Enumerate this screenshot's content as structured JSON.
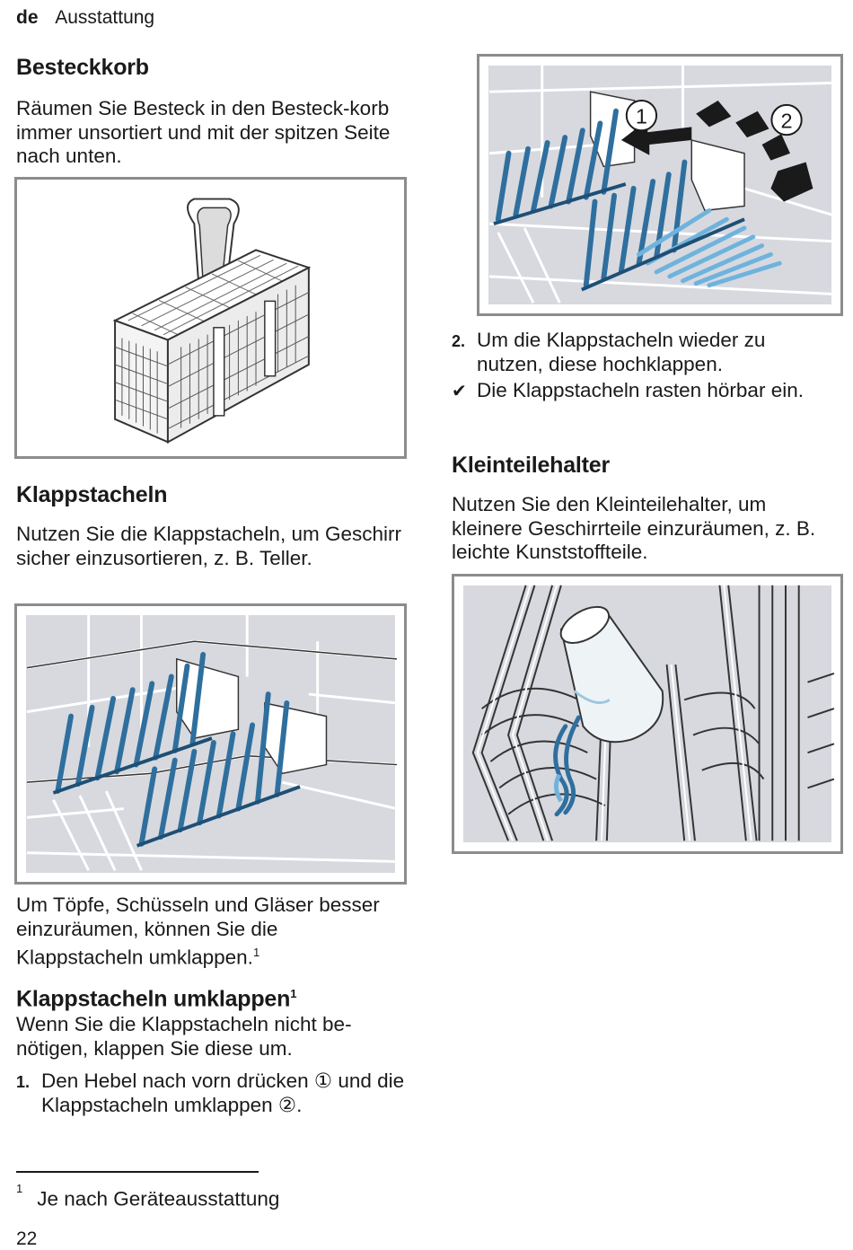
{
  "header": {
    "lang": "de",
    "section": "Ausstattung"
  },
  "left": {
    "h_besteckkorb": "Besteckkorb",
    "p_besteckkorb": "Räumen Sie Besteck in den Besteck-korb immer unsortiert und mit der spitzen Seite nach unten.",
    "h_klappstacheln": "Klappstacheln",
    "p_klappstacheln": "Nutzen Sie die Klappstacheln, um Geschirr sicher einzusortieren, z. B. Teller.",
    "p_umklappen_intro": "Um Töpfe, Schüsseln und Gläser besser einzuräumen, können Sie die Klappstacheln umklappen.",
    "sup1": "1",
    "h_umklappen": "Klappstacheln umklappen",
    "sup2": "1",
    "p_umklappen": "Wenn Sie die Klappstacheln nicht be-nötigen, klappen Sie diese um.",
    "step1_num": "1.",
    "step1_text": "Den Hebel nach vorn drücken ① und die Klappstacheln umklappen ②."
  },
  "right": {
    "step2_num": "2.",
    "step2_text": "Um die Klappstacheln wieder zu nutzen, diese hochklappen.",
    "result_icon": "checkmark-icon",
    "result_text": "Die Klappstacheln rasten hörbar ein.",
    "h_kleinteile": "Kleinteilehalter",
    "p_kleinteile": "Nutzen Sie den Kleinteilehalter, um kleinere Geschirrteile einzuräumen, z. B. leichte Kunststoffteile.",
    "fig_callout_1": "1",
    "fig_callout_2": "2"
  },
  "footnote": {
    "marker": "1",
    "text": "Je nach Geräteausstattung"
  },
  "page_number": "22",
  "colors": {
    "rack_bg": "#d7d9df",
    "spike_blue": "#2f6f9e",
    "light_blue": "#6fb3dd",
    "frame": "#8c8c8c"
  }
}
